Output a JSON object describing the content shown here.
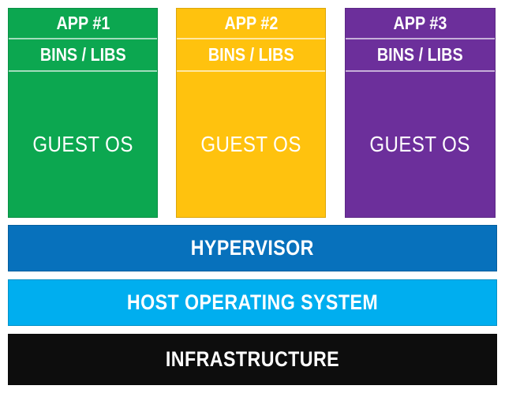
{
  "diagram": {
    "description": "Hosted virtualization architecture stack",
    "text_color": "#FFFFFF",
    "background_color": "#FFFFFF",
    "columns": [
      {
        "app_label": "APP #1",
        "bins_label": "BINS / LIBS",
        "guest_label": "GUEST OS",
        "color": "#0CA750"
      },
      {
        "app_label": "APP #2",
        "bins_label": "BINS / LIBS",
        "guest_label": "GUEST OS",
        "color": "#FFC20E"
      },
      {
        "app_label": "APP #3",
        "bins_label": "BINS / LIBS",
        "guest_label": "GUEST OS",
        "color": "#6C2F9B"
      }
    ],
    "layers": [
      {
        "label": "HYPERVISOR",
        "color": "#0771BC"
      },
      {
        "label": "HOST OPERATING SYSTEM",
        "color": "#00AEEF"
      },
      {
        "label": "INFRASTRUCTURE",
        "color": "#0D0D0D"
      }
    ]
  }
}
